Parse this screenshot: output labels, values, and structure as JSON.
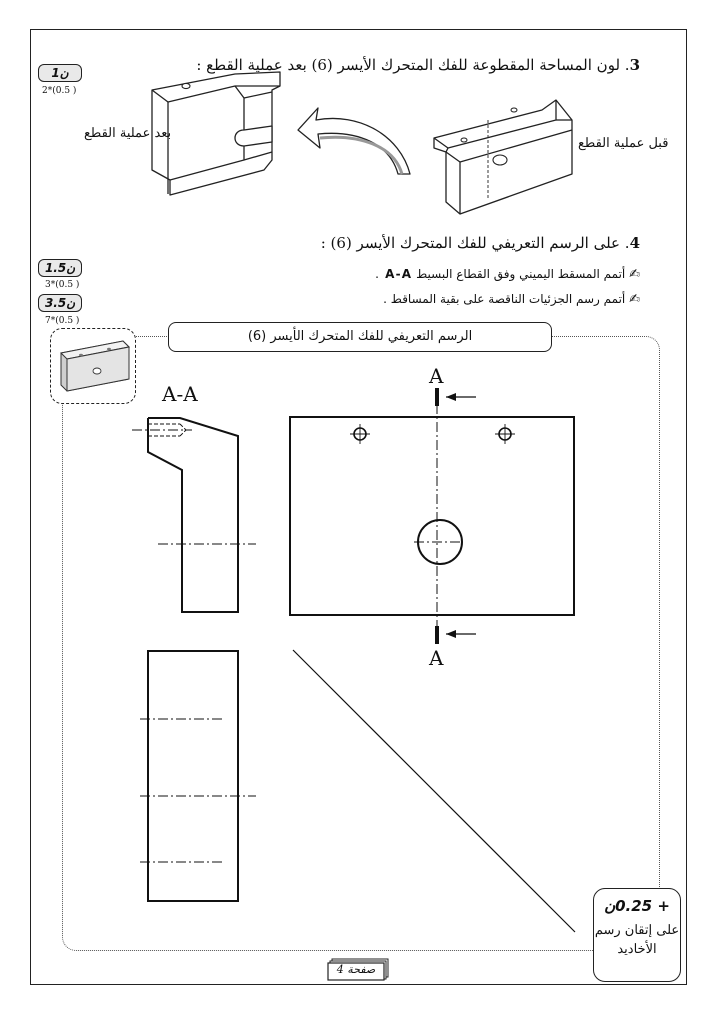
{
  "question3": {
    "number": "3",
    "text": "لون المساحة المقطوعة للفك المتحرك الأيسر (6) بعد عملية القطع :",
    "score": "1ن",
    "score_detail": "2*(0.5 )",
    "label_after": "بعد عملية القطع",
    "label_before": "قبل عملية القطع"
  },
  "question4": {
    "number": "4",
    "text": "على الرسم التعريفي للفك المتحرك الأيسر (6) :",
    "score_a": "1.5ن",
    "score_a_detail": "3*(0.5 )",
    "score_b": "3.5ن",
    "score_b_detail": "7*(0.5 )",
    "instruction_1_pre": "أتمم المسقط اليميني وفق القطاع البسيط",
    "instruction_1_bold": "A-A",
    "instruction_1_post": ".",
    "instruction_2": "أتمم رسم الجزئيات الناقصة على بقية المساقط ."
  },
  "drawing": {
    "title": "الرسم التعريفي للفك المتحرك الأيسر (6)",
    "section_label": "A-A",
    "cut_label_top": "A",
    "cut_label_bottom": "A"
  },
  "bonus": {
    "score": "+ 0.25ن",
    "line1": "على إتقان رسم",
    "line2": "الأخاديد"
  },
  "footer": {
    "page_label": "صفحة 4"
  },
  "icons": [
    "pencil-icon",
    "arrow-left-icon",
    "curved-arrow-icon"
  ]
}
